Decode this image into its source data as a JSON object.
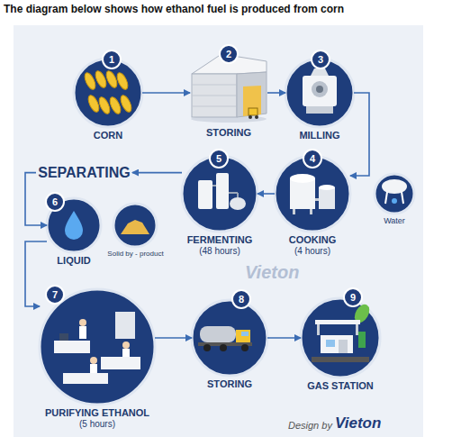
{
  "diagram": {
    "title": "The diagram below shows how ethanol fuel is produced from corn",
    "nodes": [
      {
        "text": [
          "CORN"
        ]
      },
      {
        "text": [
          "STORING"
        ]
      },
      {
        "text": [
          "MILLING"
        ]
      },
      {
        "text": [
          "COOKING",
          "(4 hours)"
        ]
      },
      {
        "text": [
          "Water"
        ]
      },
      {
        "text": [
          "FERMENTING",
          "(48 hours)"
        ]
      },
      {
        "text": [
          "SEPARATING"
        ]
      },
      {
        "text": [
          "LIQUID"
        ]
      },
      {
        "text": [
          "Solid by - product"
        ]
      },
      {
        "text": [
          "PURIFYING ETHANOL",
          "(5 hours)"
        ]
      },
      {
        "text": [
          "STORING"
        ]
      },
      {
        "text": [
          "GAS STATION"
        ]
      }
    ],
    "edges": [
      {
        "from": 0,
        "to": 1,
        "arrow": "to"
      },
      {
        "from": 1,
        "to": 2,
        "arrow": "to"
      },
      {
        "from": 2,
        "to": 3,
        "arrow": "to"
      },
      {
        "from": 3,
        "to": 5,
        "arrow": "to"
      },
      {
        "from": 5,
        "to": 6,
        "arrow": "to"
      },
      {
        "from": 6,
        "to": 7,
        "arrow": "to"
      },
      {
        "from": 7,
        "to": 9,
        "arrow": "to"
      },
      {
        "from": 9,
        "to": 10,
        "arrow": "to"
      },
      {
        "from": 10,
        "to": 11,
        "arrow": "to"
      }
    ],
    "labels": [
      "1",
      "2",
      "3",
      "4",
      "5",
      "6",
      "7",
      "8",
      "9",
      "Vieton",
      "Design by",
      "Vieton"
    ]
  }
}
